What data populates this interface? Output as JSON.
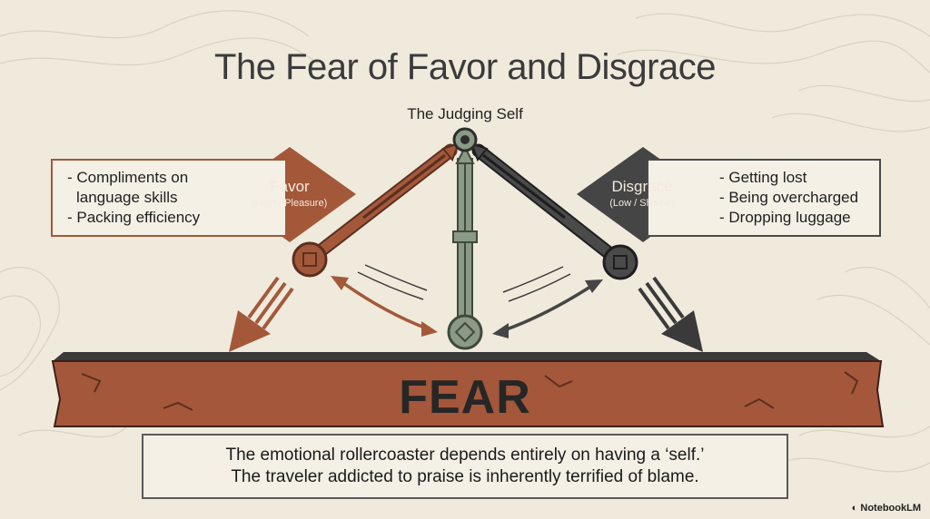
{
  "title": "The Fear of Favor and Disgrace",
  "pivot_label": "The Judging Self",
  "favor": {
    "label": "Favor",
    "sublabel": "(High / Pleasure)",
    "items": [
      "- Compliments on",
      "language skills",
      "- Packing efficiency"
    ]
  },
  "disgrace": {
    "label": "Disgrace",
    "sublabel": "(Low / Shame)",
    "items": [
      "- Getting lost",
      "- Being overcharged",
      "- Dropping luggage"
    ]
  },
  "foundation_label": "FEAR",
  "caption": {
    "line1": "The emotional rollercoaster depends entirely on having a ‘self.’",
    "line2": "The traveler addicted to praise is inherently terrified of blame."
  },
  "brand": "NotebookLM",
  "colors": {
    "background": "#efeadc",
    "favor_rust": "#a2583a",
    "disgrace_dark": "#454545",
    "neutral_green": "#8a9a86",
    "foundation_brown": "#a4573a"
  }
}
